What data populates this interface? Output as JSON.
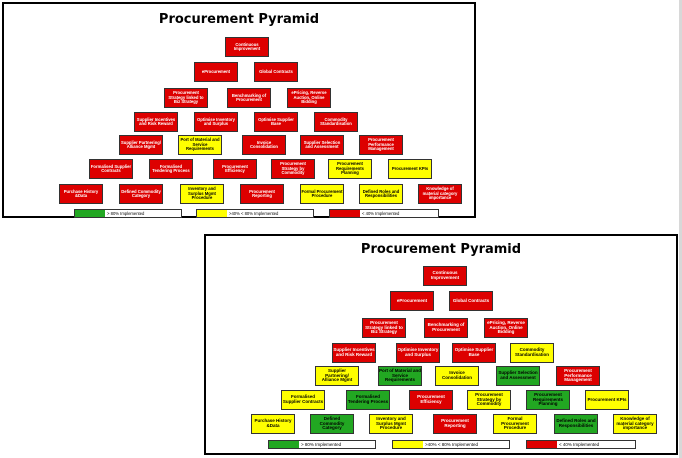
{
  "colors": {
    "green": "#22a722",
    "yellow": "#ffff00",
    "red": "#dd0000"
  },
  "panels": [
    {
      "title": "Procurement Pyramid",
      "legend": [
        {
          "status": "green",
          "label": "> 80% Implemented"
        },
        {
          "status": "yellow",
          "label": ">40% < 80% Implemented"
        },
        {
          "status": "red",
          "label": "< 40% Implemented"
        }
      ],
      "rows": [
        [
          {
            "label": "Continuous Improvement",
            "status": "red"
          }
        ],
        [
          {
            "label": "eProcurement",
            "status": "red"
          },
          {
            "label": "Global Contracts",
            "status": "red"
          }
        ],
        [
          {
            "label": "Procurement Strategy linked to Biz Strategy",
            "status": "red"
          },
          {
            "label": "Benchmarking of Procurement",
            "status": "red"
          },
          {
            "label": "ePricing, Reverse Auction, Online Bidding",
            "status": "red"
          }
        ],
        [
          {
            "label": "Supplier Incentives and Risk Reward",
            "status": "red"
          },
          {
            "label": "Optimise Inventory and Surplus",
            "status": "red"
          },
          {
            "label": "Optimise Supplier Base",
            "status": "red"
          },
          {
            "label": "Commodity Standardisation",
            "status": "red"
          }
        ],
        [
          {
            "label": "Supplier Partnering/ Alliance Mgmt",
            "status": "red"
          },
          {
            "label": "Port of Material and Service Requirements",
            "status": "yellow"
          },
          {
            "label": "Invoice Consolidation",
            "status": "red"
          },
          {
            "label": "Supplier Selection and Assessment",
            "status": "red"
          },
          {
            "label": "Procurement Performance Management",
            "status": "red"
          }
        ],
        [
          {
            "label": "Formalised Supplier Contracts",
            "status": "red"
          },
          {
            "label": "Formalised Tendering Process",
            "status": "red"
          },
          {
            "label": "Procurement Efficiency",
            "status": "red"
          },
          {
            "label": "Procurement Strategy by Commodity",
            "status": "red"
          },
          {
            "label": "Procurement Requirements Planning",
            "status": "yellow"
          },
          {
            "label": "Procurement KPIs",
            "status": "yellow"
          }
        ],
        [
          {
            "label": "Purchase History &Data",
            "status": "red"
          },
          {
            "label": "Defined Commodity Category",
            "status": "red"
          },
          {
            "label": "Inventory and Surplus Mgmt Procedure",
            "status": "yellow"
          },
          {
            "label": "Procurement Reporting",
            "status": "red"
          },
          {
            "label": "Formal Procurement Procedure",
            "status": "yellow"
          },
          {
            "label": "Defined Roles and Responsibilities",
            "status": "yellow"
          },
          {
            "label": "Knowledge of material category importance",
            "status": "red"
          }
        ]
      ]
    },
    {
      "title": "Procurement Pyramid",
      "legend": [
        {
          "status": "green",
          "label": "> 80% Implemented"
        },
        {
          "status": "yellow",
          "label": ">40% < 80% Implemented"
        },
        {
          "status": "red",
          "label": "< 40% Implemented"
        }
      ],
      "rows": [
        [
          {
            "label": "Continuous Improvement",
            "status": "red"
          }
        ],
        [
          {
            "label": "eProcurement",
            "status": "red"
          },
          {
            "label": "Global Contracts",
            "status": "red"
          }
        ],
        [
          {
            "label": "Procurement Strategy linked to Biz Strategy",
            "status": "red"
          },
          {
            "label": "Benchmarking of Procurement",
            "status": "red"
          },
          {
            "label": "ePricing, Reverse Auction, Online Bidding",
            "status": "red"
          }
        ],
        [
          {
            "label": "Supplier Incentives and Risk Reward",
            "status": "red"
          },
          {
            "label": "Optimise Inventory and Surplus",
            "status": "red"
          },
          {
            "label": "Optimise Supplier Base",
            "status": "red"
          },
          {
            "label": "Commodity Standardisation",
            "status": "yellow"
          }
        ],
        [
          {
            "label": "Supplier Partnering/ Alliance Mgmt",
            "status": "yellow"
          },
          {
            "label": "Port of Material and Service Requirements",
            "status": "green"
          },
          {
            "label": "Invoice Consolidation",
            "status": "yellow"
          },
          {
            "label": "Supplier Selection and Assessment",
            "status": "green"
          },
          {
            "label": "Procurement Performance Management",
            "status": "red"
          }
        ],
        [
          {
            "label": "Formalised Supplier Contracts",
            "status": "yellow"
          },
          {
            "label": "Formalised Tendering Process",
            "status": "green"
          },
          {
            "label": "Procurement Efficiency",
            "status": "red"
          },
          {
            "label": "Procurement Strategy by Commodity",
            "status": "yellow"
          },
          {
            "label": "Procurement Requirements Planning",
            "status": "green"
          },
          {
            "label": "Procurement KPIs",
            "status": "yellow"
          }
        ],
        [
          {
            "label": "Purchase History &Data",
            "status": "yellow"
          },
          {
            "label": "Defined Commodity Category",
            "status": "green"
          },
          {
            "label": "Inventory and Surplus Mgmt Procedure",
            "status": "yellow"
          },
          {
            "label": "Procurement Reporting",
            "status": "red"
          },
          {
            "label": "Formal Procurement Procedure",
            "status": "yellow"
          },
          {
            "label": "Defined Roles and Responsibilities",
            "status": "green"
          },
          {
            "label": "Knowledge of material category importance",
            "status": "yellow"
          }
        ]
      ]
    }
  ]
}
